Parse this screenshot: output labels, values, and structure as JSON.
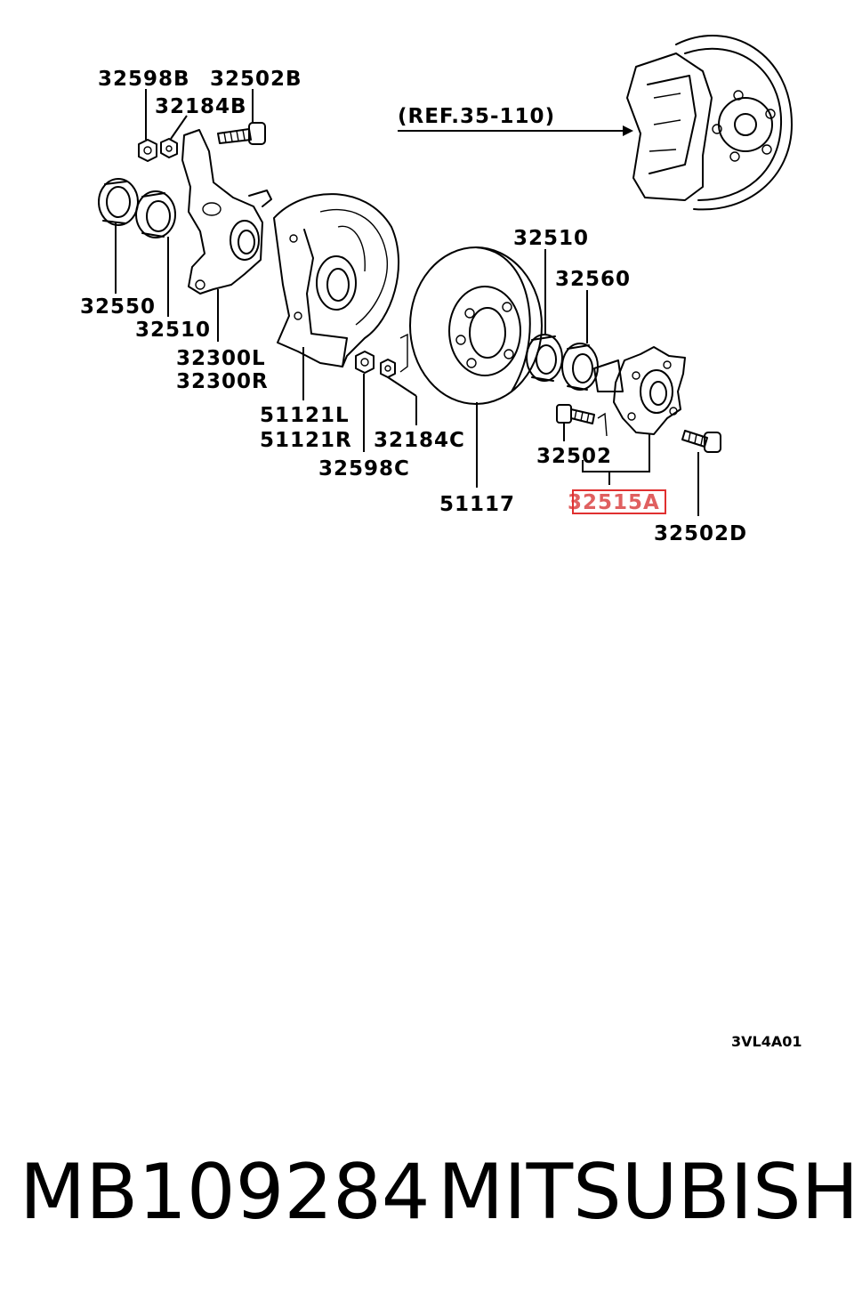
{
  "diagram": {
    "labels": {
      "l32598B": "32598B",
      "l32502B": "32502B",
      "l32184B": "32184B",
      "ref": "(REF.35-110)",
      "l32550": "32550",
      "l32510a": "32510",
      "l32300L": "32300L",
      "l32300R": "32300R",
      "l51121L": "51121L",
      "l51121R": "51121R",
      "l32598C": "32598C",
      "l32184C": "32184C",
      "l51117": "51117",
      "l32510b": "32510",
      "l32560": "32560",
      "l32502": "32502",
      "l32515A": "32515A",
      "l32502D": "32502D"
    },
    "highlighted_part": "32515A",
    "highlight_color": "#e03030",
    "drawing_code": "3VL4A01"
  },
  "footer": {
    "part_number": "MB109284",
    "brand": "MITSUBISHI"
  }
}
